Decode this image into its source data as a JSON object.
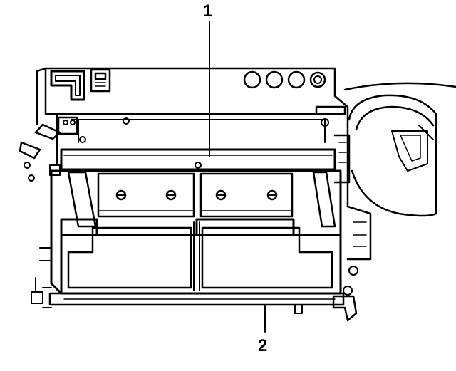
{
  "callouts": [
    {
      "id": "callout-1",
      "label": "1"
    },
    {
      "id": "callout-2",
      "label": "2"
    }
  ],
  "colors": {
    "ink": "#000000",
    "paper": "#ffffff"
  }
}
